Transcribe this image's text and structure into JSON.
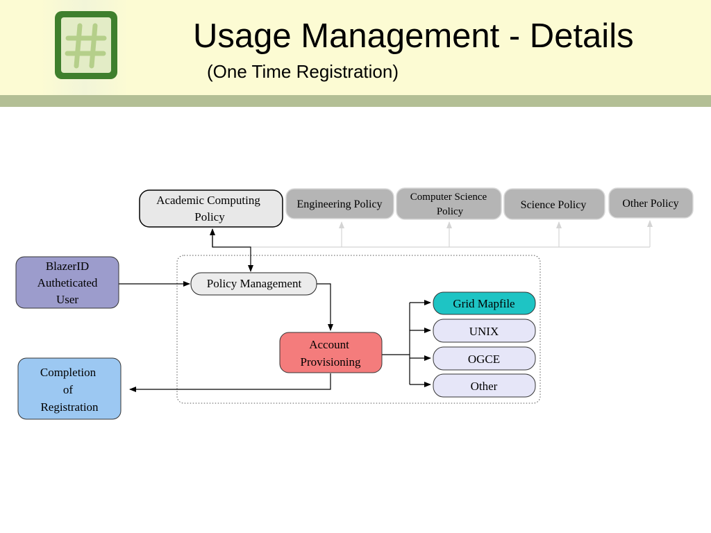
{
  "slide": {
    "title": "Usage Management - Details",
    "subtitle": "(One Time Registration)"
  },
  "colors": {
    "header_bg": "#fcfbd3",
    "header_bar": "#b3bf95",
    "logo_green": "#3f7f2d",
    "policy_gray": "#b5b5b5",
    "user_purple": "#9c9ccc",
    "completion_blue": "#9cc8f2",
    "account_red": "#f47c7c",
    "grid_cyan": "#1ec4c4",
    "output_lavender": "#e6e6f8"
  },
  "diagram": {
    "policies": [
      {
        "lines": [
          "Academic Computing",
          "Policy"
        ]
      },
      {
        "lines": [
          "Engineering Policy"
        ]
      },
      {
        "lines": [
          "Computer Science",
          "Policy"
        ]
      },
      {
        "lines": [
          "Science Policy"
        ]
      },
      {
        "lines": [
          "Other Policy"
        ]
      }
    ],
    "user": {
      "lines": [
        "BlazerID",
        "Autheticated",
        "User"
      ]
    },
    "policy_management": {
      "lines": [
        "Policy Management"
      ]
    },
    "account_provisioning": {
      "lines": [
        "Account",
        "Provisioning"
      ]
    },
    "completion": {
      "lines": [
        "Completion",
        "of",
        "Registration"
      ]
    },
    "outputs": [
      {
        "lines": [
          "Grid Mapfile"
        ]
      },
      {
        "lines": [
          "UNIX"
        ]
      },
      {
        "lines": [
          "OGCE"
        ]
      },
      {
        "lines": [
          "Other"
        ]
      }
    ]
  }
}
